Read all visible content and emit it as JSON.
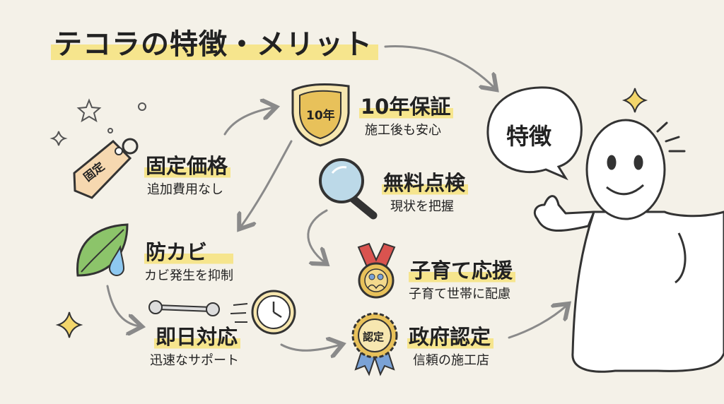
{
  "title": "テコラの特徴・メリット",
  "bubble": "特徴",
  "features": [
    {
      "id": "warranty",
      "title": "10年保証",
      "subtitle": "施工後も安心",
      "icon_text": "10年",
      "icon": "shield-icon"
    },
    {
      "id": "fixed-price",
      "title": "固定価格",
      "subtitle": "追加費用なし",
      "icon_text": "固定",
      "icon": "price-tag-icon"
    },
    {
      "id": "inspection",
      "title": "無料点検",
      "subtitle": "現状を把握",
      "icon": "magnifier-icon"
    },
    {
      "id": "mold",
      "title": "防カビ",
      "subtitle": "カビ発生を抑制",
      "icon": "leaf-drop-icon"
    },
    {
      "id": "childcare",
      "title": "子育て応援",
      "subtitle": "子育て世帯に配慮",
      "icon": "medal-icon"
    },
    {
      "id": "sameday",
      "title": "即日対応",
      "subtitle": "迅速なサポート",
      "icon": "wrench-clock-icon"
    },
    {
      "id": "gov",
      "title": "政府認定",
      "subtitle": "信頼の施工店",
      "icon_text": "認定",
      "icon": "rosette-icon"
    }
  ],
  "colors": {
    "background": "#f4f1e8",
    "highlight": "#f6e58d",
    "shield": "#e8c15a",
    "leaf": "#8cc46a",
    "lens": "#bcd9e8",
    "ribbon": "#d9534f",
    "rosette_ribbon": "#7aa2d6"
  }
}
